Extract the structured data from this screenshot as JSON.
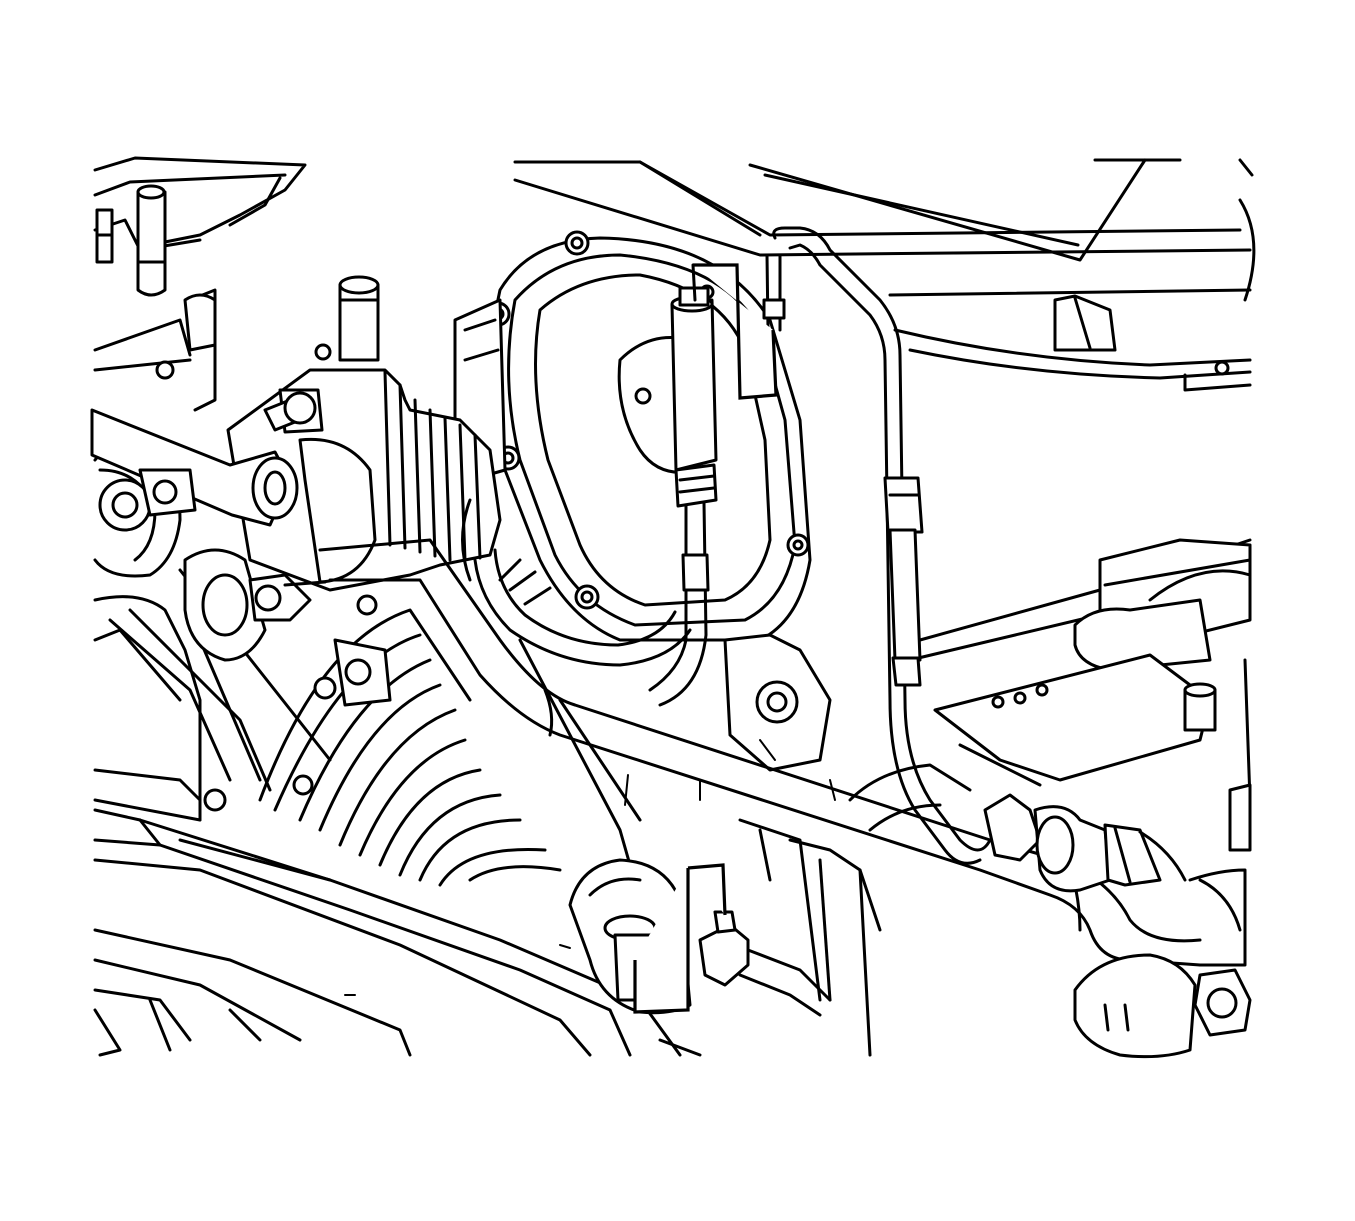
{
  "figure": {
    "style": "black line-art technical illustration",
    "background_color": "#ffffff",
    "line_color": "#000000",
    "components": [
      "vacuum-pump-cover",
      "vacuum-line",
      "rigid-vacuum-pipe",
      "fuel-filter-canister",
      "transfer-pipe",
      "coolant-hose",
      "pipe-connector",
      "sensor-elbow",
      "mounting-bracket"
    ],
    "callouts": [
      {
        "id": "callout-upper",
        "points_to": "vacuum-line"
      },
      {
        "id": "callout-lower",
        "points_to": "sensor-elbow"
      }
    ]
  }
}
